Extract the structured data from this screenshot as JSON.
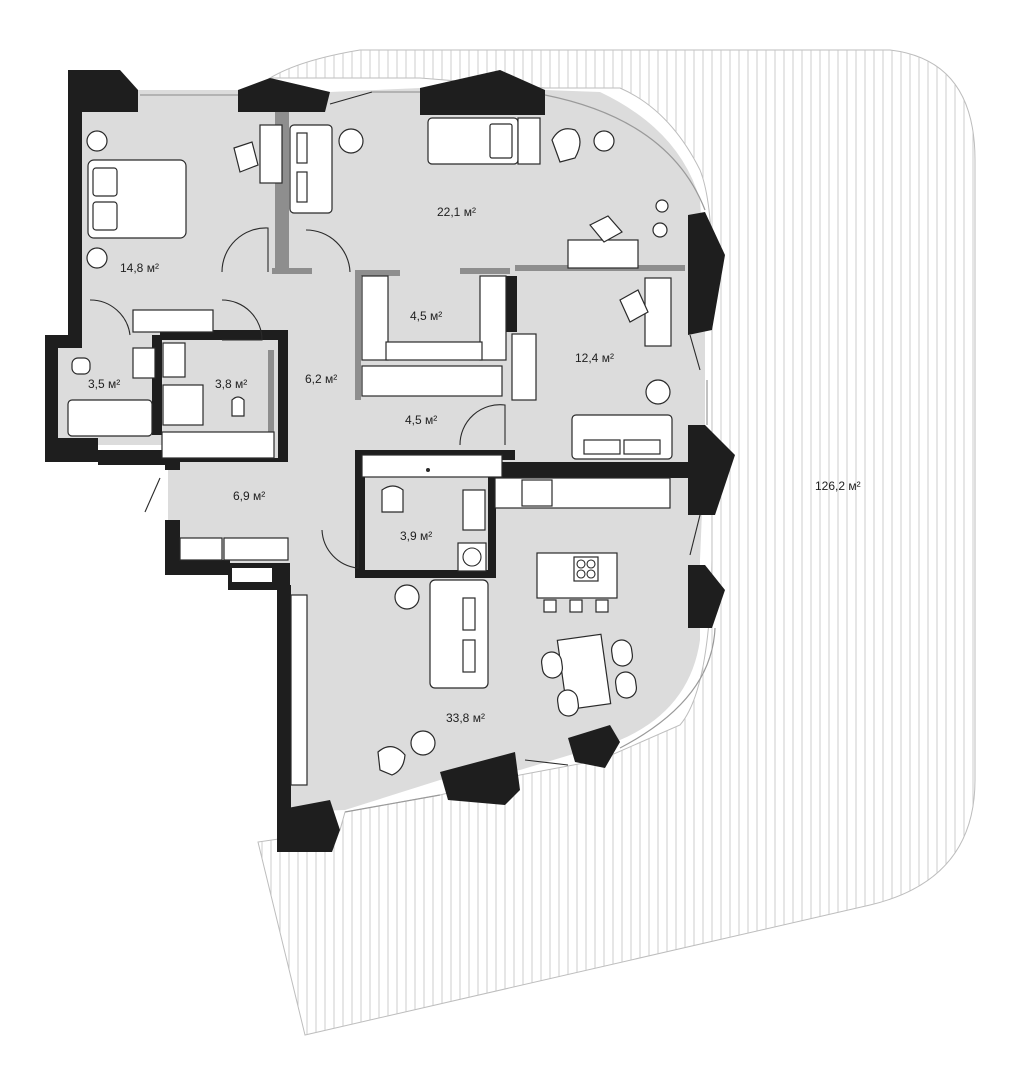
{
  "rooms": [
    {
      "id": "bedroom-1",
      "area": "14,8 м²"
    },
    {
      "id": "bedroom-2",
      "area": "22,1 м²"
    },
    {
      "id": "closet-1",
      "area": "4,5 м²"
    },
    {
      "id": "closet-2",
      "area": "4,5 м²"
    },
    {
      "id": "bathroom-1",
      "area": "3,5 м²"
    },
    {
      "id": "bathroom-2",
      "area": "3,8 м²"
    },
    {
      "id": "corridor-1",
      "area": "6,2 м²"
    },
    {
      "id": "study",
      "area": "12,4 м²"
    },
    {
      "id": "hall",
      "area": "6,9 м²"
    },
    {
      "id": "bathroom-3",
      "area": "3,9 м²"
    },
    {
      "id": "living-kitchen",
      "area": "33,8 м²"
    },
    {
      "id": "terrace",
      "area": "126,2 м²"
    }
  ],
  "colors": {
    "wall": "#1e1e1e",
    "floor": "#dcdcdc",
    "terrace_hatch": "#c2c2c2"
  }
}
